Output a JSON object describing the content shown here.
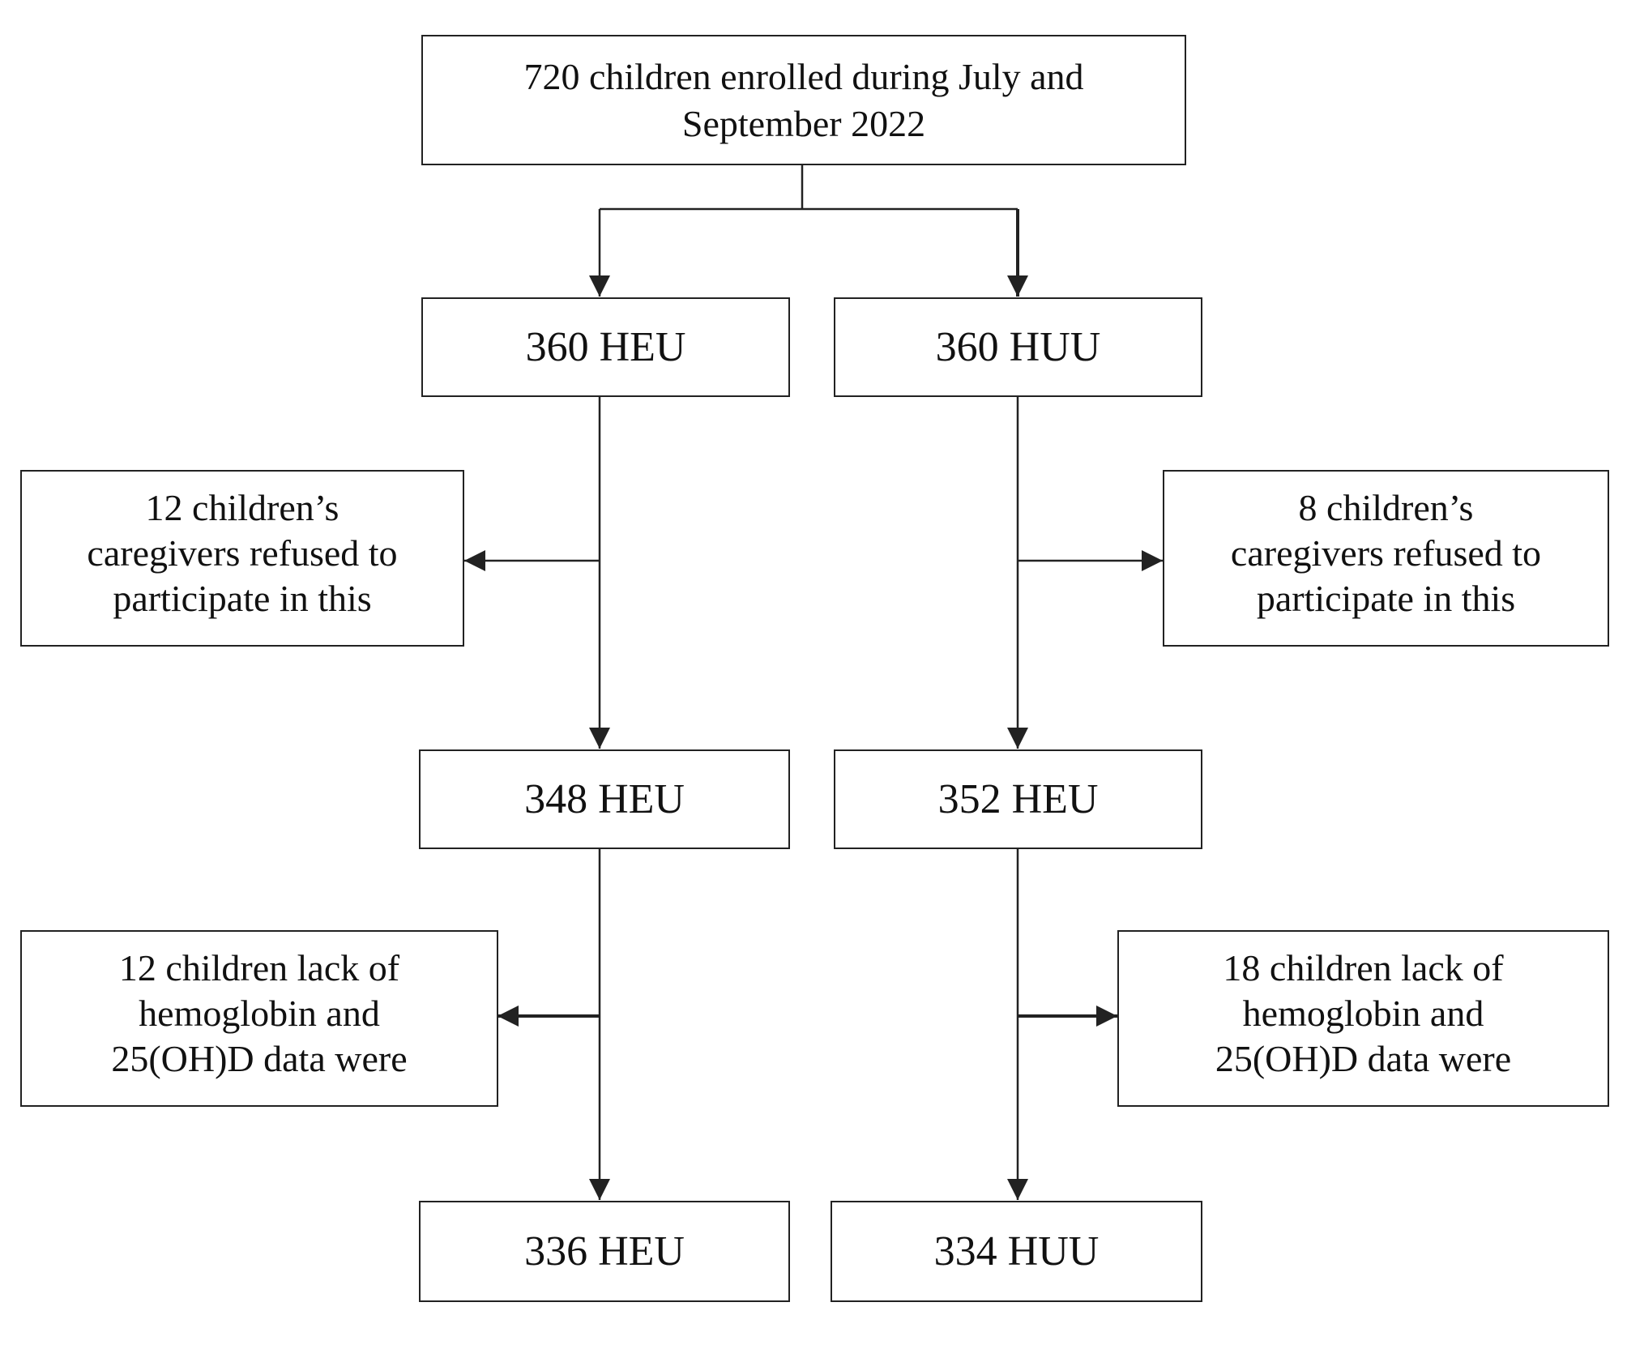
{
  "enrolled": {
    "lines": [
      "720 children enrolled during July and",
      "September 2022"
    ]
  },
  "level1": {
    "left": "360 HEU",
    "right": "360 HUU"
  },
  "exclusion1": {
    "left": [
      "12 children’s",
      "caregivers refused to",
      "participate in this"
    ],
    "right": [
      "8 children’s",
      "caregivers refused to",
      "participate in this"
    ]
  },
  "level2": {
    "left": "348 HEU",
    "right": "352 HEU"
  },
  "exclusion2": {
    "left": [
      "12 children lack of",
      "hemoglobin and",
      "25(OH)D data were"
    ],
    "right": [
      "18 children lack of",
      "hemoglobin and",
      "25(OH)D data were"
    ]
  },
  "level3": {
    "left": "336 HEU",
    "right": "334 HUU"
  },
  "colors": {
    "line": "#222222",
    "box_border": "#222222",
    "text": "#111111",
    "background": "#ffffff"
  }
}
